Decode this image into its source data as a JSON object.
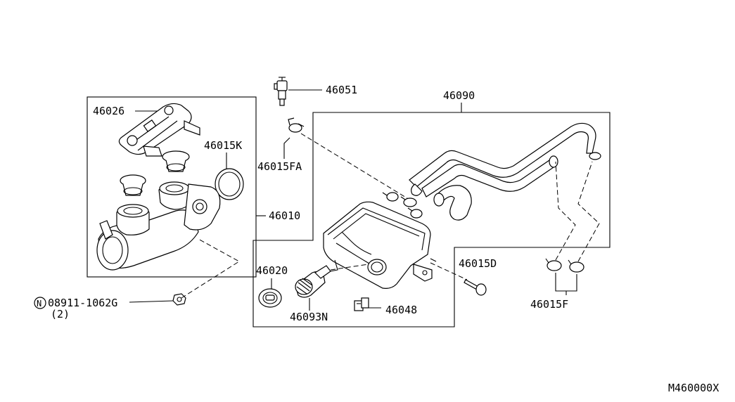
{
  "diagram": {
    "parts": {
      "p46051": "46051",
      "p46090": "46090",
      "p46026": "46026",
      "p46015K": "46015K",
      "p46015FA": "46015FA",
      "p46010": "46010",
      "p46020": "46020",
      "p46093N": "46093N",
      "p46048": "46048",
      "p46015D": "46015D",
      "p46015F": "46015F",
      "nut_number": "08911-1062G",
      "nut_marker": "N",
      "nut_qty": "(2)"
    },
    "figure_code": "M460000X"
  }
}
